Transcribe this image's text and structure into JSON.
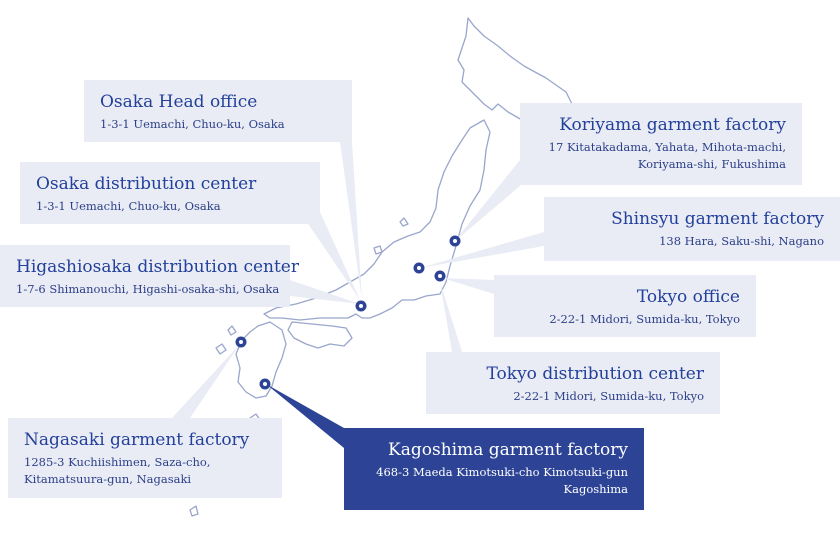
{
  "colors": {
    "accent": "#2d4496",
    "box_background": "#e9ecf5",
    "map_outline": "#9aa6cc",
    "marker": "#2d4496"
  },
  "locations": [
    {
      "id": "osaka-head-office",
      "name": "Osaka Head office",
      "address": [
        "1-3-1 Uemachi, Chuo-ku, Osaka"
      ],
      "highlighted": false
    },
    {
      "id": "osaka-distribution-center",
      "name": "Osaka distribution center",
      "address": [
        "1-3-1 Uemachi, Chuo-ku, Osaka"
      ],
      "highlighted": false
    },
    {
      "id": "higashiosaka-distribution-center",
      "name": "Higashiosaka distribution center",
      "address": [
        "1-7-6 Shimanouchi, Higashi-osaka-shi, Osaka"
      ],
      "highlighted": false
    },
    {
      "id": "nagasaki-garment-factory",
      "name": "Nagasaki garment factory",
      "address": [
        "1285-3 Kuchiishimen, Saza-cho,",
        "Kitamatsuura-gun, Nagasaki"
      ],
      "highlighted": false
    },
    {
      "id": "koriyama-garment-factory",
      "name": "Koriyama garment factory",
      "address": [
        "17 Kitatakadama, Yahata, Mihota-machi,",
        "Koriyama-shi, Fukushima"
      ],
      "highlighted": false
    },
    {
      "id": "shinsyu-garment-factory",
      "name": "Shinsyu garment factory",
      "address": [
        "138 Hara, Saku-shi, Nagano"
      ],
      "highlighted": false
    },
    {
      "id": "tokyo-office",
      "name": "Tokyo office",
      "address": [
        "2-22-1 Midori, Sumida-ku, Tokyo"
      ],
      "highlighted": false
    },
    {
      "id": "tokyo-distribution-center",
      "name": "Tokyo distribution center",
      "address": [
        "2-22-1 Midori, Sumida-ku, Tokyo"
      ],
      "highlighted": false
    },
    {
      "id": "kagoshima-garment-factory",
      "name": "Kagoshima garment factory",
      "address": [
        "468-3 Maeda Kimotsuki-cho Kimotsuki-gun",
        "Kagoshima"
      ],
      "highlighted": true
    }
  ]
}
